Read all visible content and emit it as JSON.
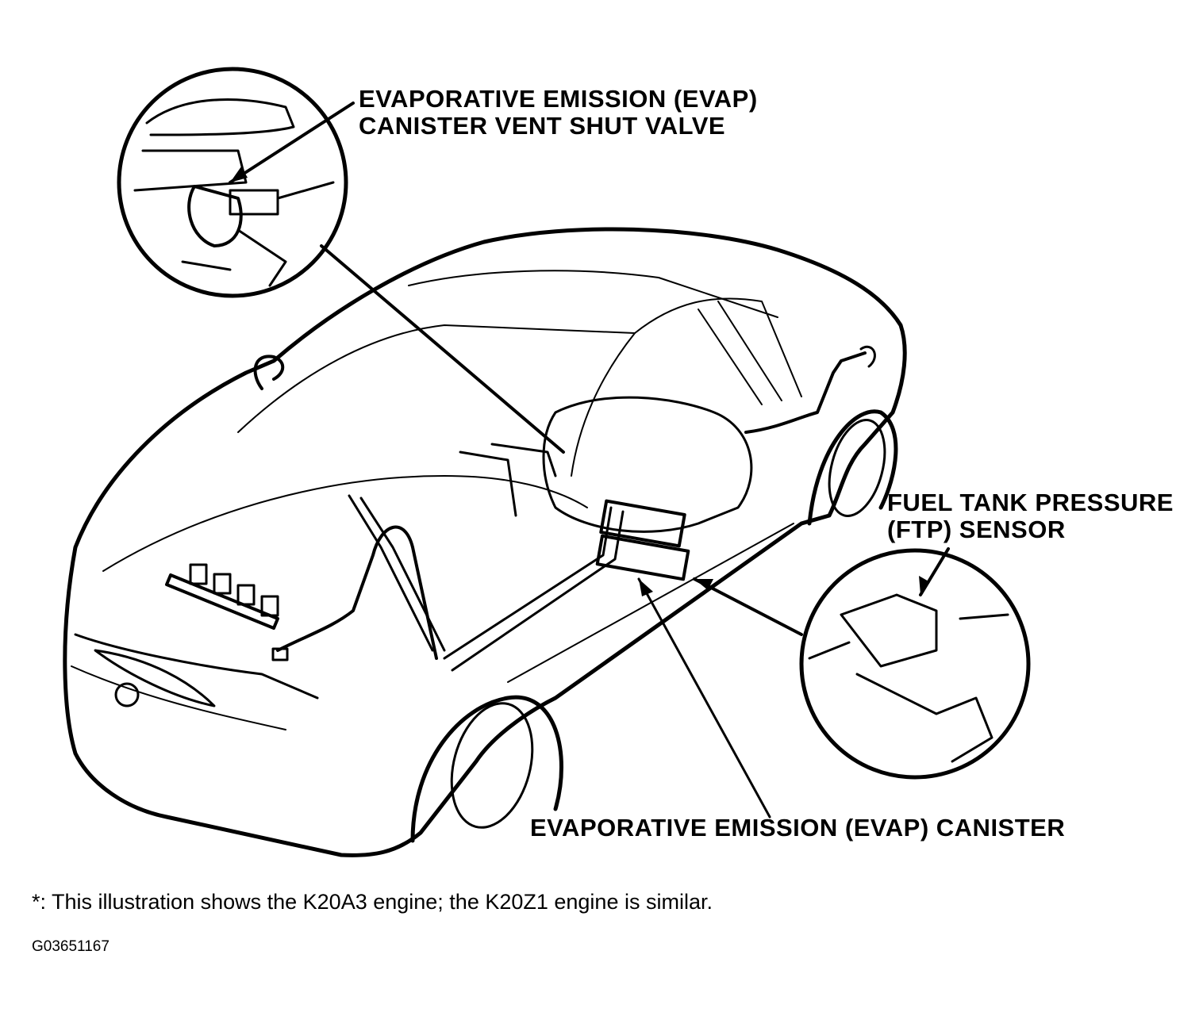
{
  "labels": {
    "vent_valve_line1": "EVAPORATIVE EMISSION (EVAP)",
    "vent_valve_line2": "CANISTER VENT SHUT VALVE",
    "ftp_line1": "FUEL TANK PRESSURE",
    "ftp_line2": "(FTP) SENSOR",
    "canister": "EVAPORATIVE EMISSION (EVAP) CANISTER"
  },
  "footnote": "*: This illustration shows the K20A3 engine; the K20Z1 engine is similar.",
  "figure_code": "G03651167",
  "colors": {
    "ink": "#000000",
    "paper": "#ffffff"
  }
}
